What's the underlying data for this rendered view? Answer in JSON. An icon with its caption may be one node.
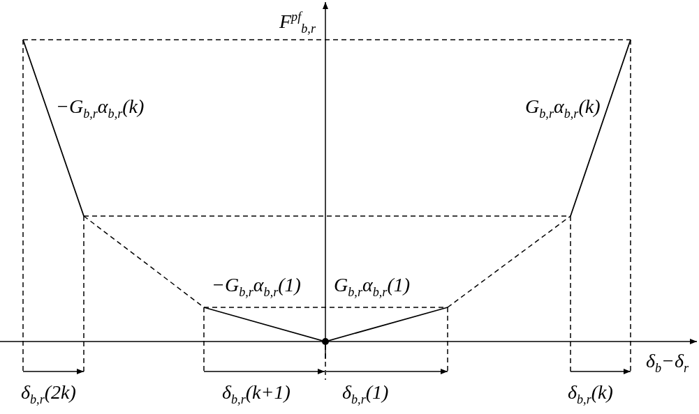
{
  "diagram": {
    "labels": [
      "F$^{pf}$$_{b,r}$",
      "−G$_{b,r}$α$_{b,r}$(k)",
      "G$_{b,r}$α$_{b,r}$(k)",
      "−G$_{b,r}$α$_{b,r}$(1)",
      "G$_{b,r}$α$_{b,r}$(1)",
      "δ$_{b}$−δ$_{r}$",
      "δ$_{b,r}$(2k)",
      "δ$_{b,r}$(k+1)",
      "δ$_{b,r}$(1)",
      "δ$_{b,r}$(k)"
    ]
  }
}
